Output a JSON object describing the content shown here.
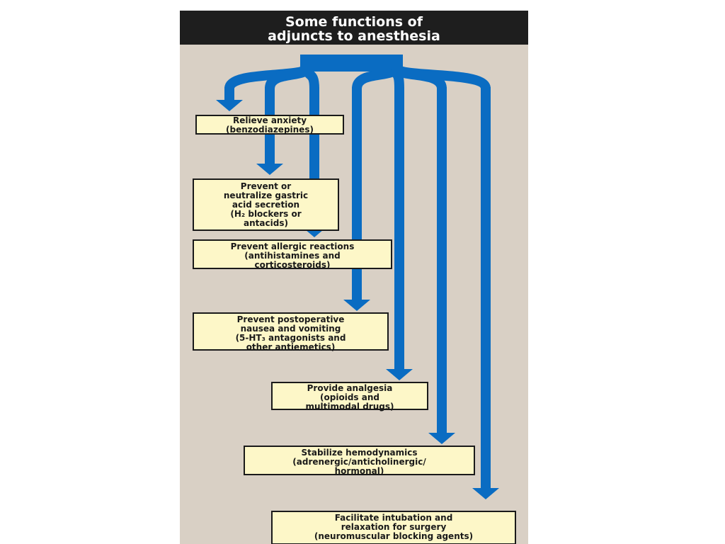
{
  "title_lines": [
    "Some functions of",
    "adjuncts to anesthesia"
  ],
  "colors": {
    "arrow": "#0a6cc2",
    "panel": "#d9d0c5",
    "header": "#1e1e1e",
    "box": "#fdf7c8"
  },
  "functions": [
    {
      "lines": [
        "Relieve anxiety",
        "(benzodiazepines)"
      ]
    },
    {
      "lines": [
        "Prevent or",
        "neutralize gastric",
        "acid secretion",
        "(H₂ blockers or",
        "antacids)"
      ]
    },
    {
      "lines": [
        "Prevent allergic reactions",
        "(antihistamines and",
        "corticosteroids)"
      ]
    },
    {
      "lines": [
        "Prevent postoperative",
        "nausea and vomiting",
        "(5-HT₃ antagonists and",
        "other antiemetics)"
      ]
    },
    {
      "lines": [
        "Provide analgesia",
        "(opioids and",
        "multimodal drugs)"
      ]
    },
    {
      "lines": [
        "Stabilize hemodynamics",
        "(adrenergic/anticholinergic/",
        "hormonal)"
      ]
    },
    {
      "lines": [
        "Facilitate intubation and",
        "relaxation for surgery",
        "(neuromuscular blocking agents)"
      ]
    }
  ]
}
